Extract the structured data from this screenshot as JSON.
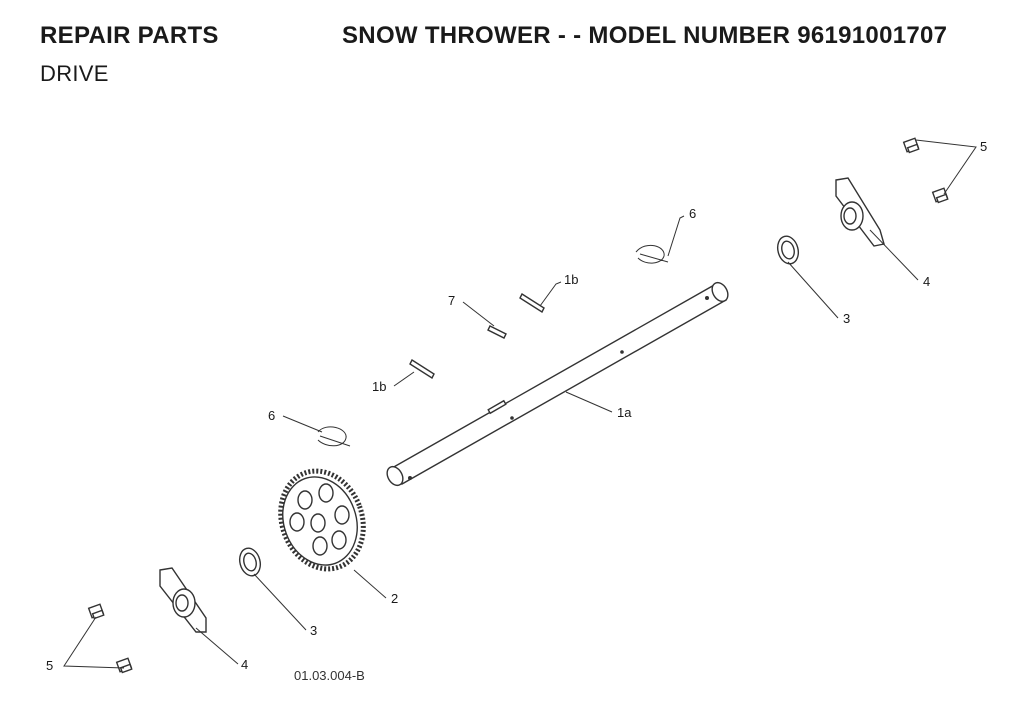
{
  "header": {
    "left_title": "REPAIR PARTS",
    "right_title": "SNOW THROWER - - MODEL NUMBER 96191001707",
    "subtitle": "DRIVE"
  },
  "callouts": {
    "c5_top": "5",
    "c6_top": "6",
    "c4_top": "4",
    "c3_top": "3",
    "c1b_top": "1b",
    "c7": "7",
    "c1b_mid": "1b",
    "c1a": "1a",
    "c6_left": "6",
    "c2": "2",
    "c3_bottom": "3",
    "c4_bottom": "4",
    "c5_bottom": "5"
  },
  "figure_id": "01.03.004-B"
}
